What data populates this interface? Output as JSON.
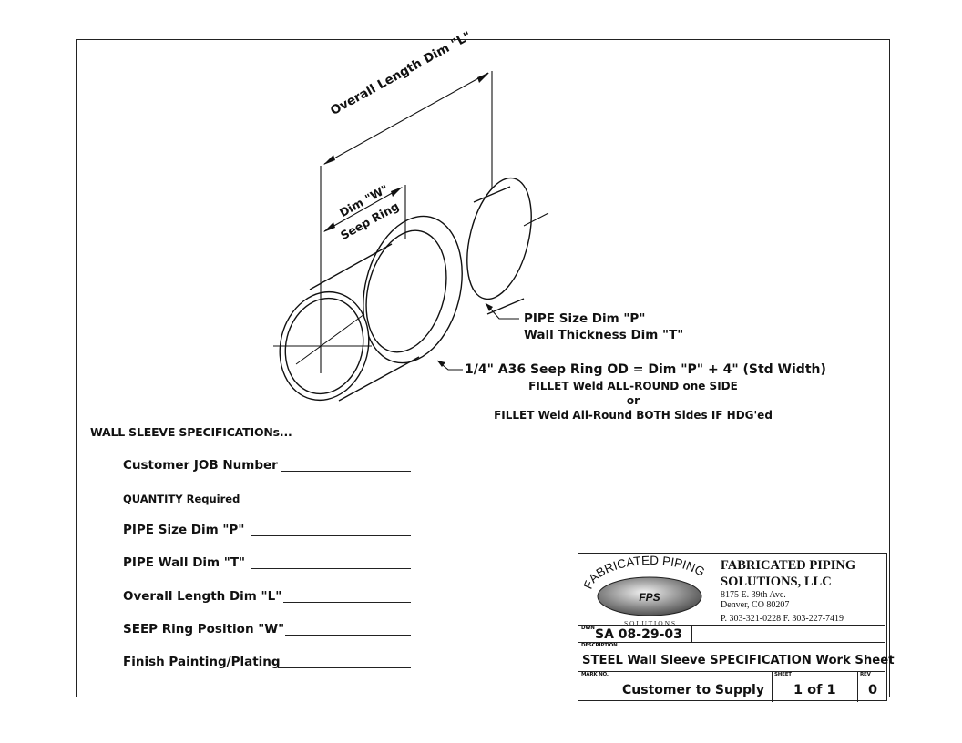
{
  "drawing": {
    "overall_length_label": "Overall Length Dim \"L\"",
    "dim_w_label": "Dim \"W\"",
    "seep_ring_label": "Seep Ring",
    "pipe_size_label": "PIPE Size Dim \"P\"",
    "wall_thickness_label": "Wall Thickness Dim \"T\"",
    "seep_ring_note": "1/4\" A36 Seep Ring OD = Dim \"P\" + 4\" (Std Width)",
    "fillet_note_1": "FILLET Weld ALL-ROUND one SIDE",
    "fillet_note_or": "or",
    "fillet_note_2": "FILLET Weld All-Round BOTH Sides IF HDG'ed"
  },
  "specs": {
    "title": "WALL SLEEVE SPECIFICATIONs...",
    "items": [
      {
        "label": "Customer JOB Number"
      },
      {
        "label": "QUANTITY Required"
      },
      {
        "label": "PIPE Size Dim \"P\""
      },
      {
        "label": "PIPE Wall Dim \"T\""
      },
      {
        "label": "Overall Length Dim \"L\""
      },
      {
        "label": "SEEP Ring Position \"W\""
      },
      {
        "label": "Finish Painting/Plating"
      }
    ]
  },
  "title_block": {
    "logo_arc_text": "FABRICATED PIPING",
    "logo_initials": "FPS",
    "logo_solutions": "S O L U T I O N S",
    "company_name": "FABRICATED PIPING SOLUTIONS, LLC",
    "address_1": "8175 E. 39th Ave.",
    "address_2": "Denver, CO 80207",
    "phone": "P. 303-321-0228 F. 303-227-7419",
    "dwn_label": "DWN",
    "dwn_value": "SA 08-29-03",
    "description_label": "DESCRIPTION",
    "description_value": "STEEL Wall Sleeve SPECIFICATION Work Sheet",
    "mark_no_label": "MARK NO.",
    "mark_no_value": "Customer to Supply",
    "sheet_label": "SHEET",
    "sheet_value": "1 of 1",
    "rev_label": "REV",
    "rev_value": "0"
  }
}
